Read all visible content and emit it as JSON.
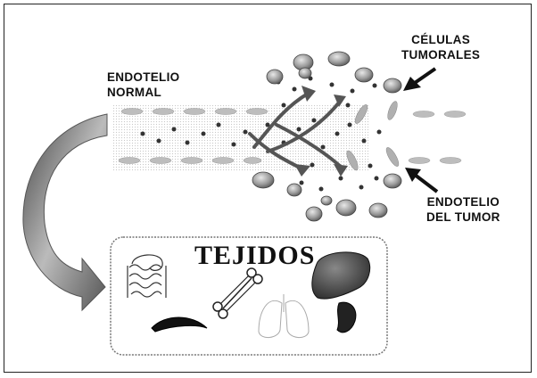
{
  "labels": {
    "normal_line1": "ENDOTELIO",
    "normal_line2": "NORMAL",
    "tumor_cells_line1": "CÉLULAS",
    "tumor_cells_line2": "TUMORALES",
    "tumor_endo_line1": "ENDOTELIO",
    "tumor_endo_line2": "DEL TUMOR",
    "tissues_title": "TEJIDOS"
  },
  "icons": [
    "intestine-icon",
    "bone-icon",
    "lungs-icon",
    "liver-icon",
    "spleen-icon",
    "pancreas-icon"
  ],
  "colors": {
    "tissue_box_border": "#777777",
    "liver": "#333333",
    "cells": "#7a7a7a"
  }
}
